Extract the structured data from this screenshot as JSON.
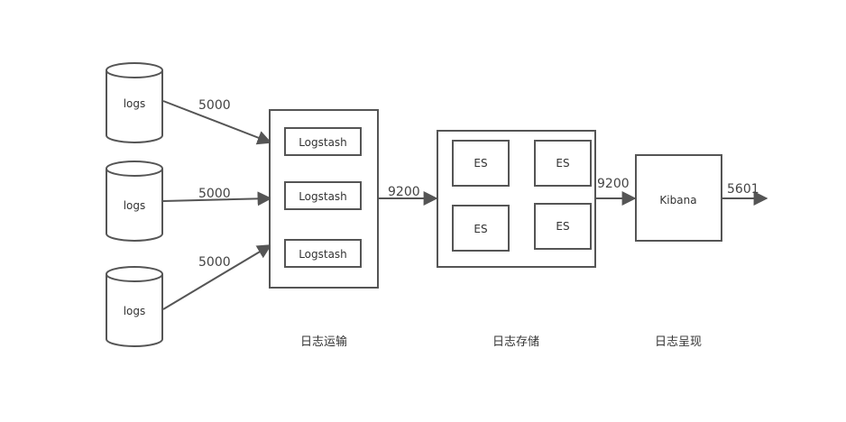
{
  "nodes": {
    "logs": [
      "logs",
      "logs",
      "logs"
    ],
    "logstash": [
      "Logstash",
      "Logstash",
      "Logstash"
    ],
    "es": [
      "ES",
      "ES",
      "ES",
      "ES"
    ],
    "kibana": "Kibana"
  },
  "edges": {
    "logs_to_logstash": [
      "5000",
      "5000",
      "5000"
    ],
    "logstash_to_es": "9200",
    "es_to_kibana": "9200",
    "kibana_out": "5601"
  },
  "sections": {
    "transport": "日志运输",
    "storage": "日志存储",
    "display": "日志呈现"
  },
  "colors": {
    "stroke": "#555555",
    "text": "#333333",
    "background": "#ffffff"
  }
}
